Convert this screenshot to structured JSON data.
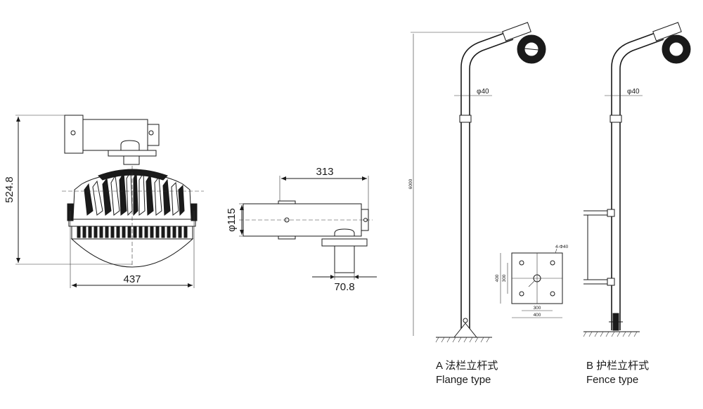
{
  "front_view": {
    "height_dim": "524.8",
    "width_dim": "437"
  },
  "side_view": {
    "length_dim": "313",
    "diameter_dim": "φ115",
    "base_dim": "70.8"
  },
  "pole_a": {
    "pipe_dim": "φ40",
    "height_dim": "6000",
    "caption_cn": "A 法栏立杆式",
    "caption_en": "Flange type"
  },
  "pole_b": {
    "pipe_dim": "φ40",
    "caption_cn": "B 护栏立杆式",
    "caption_en": "Fence type"
  },
  "flange_plate": {
    "hole_note": "4-Φ40",
    "inner_w": "300",
    "outer_w": "400",
    "inner_h": "300",
    "outer_h": "400"
  }
}
